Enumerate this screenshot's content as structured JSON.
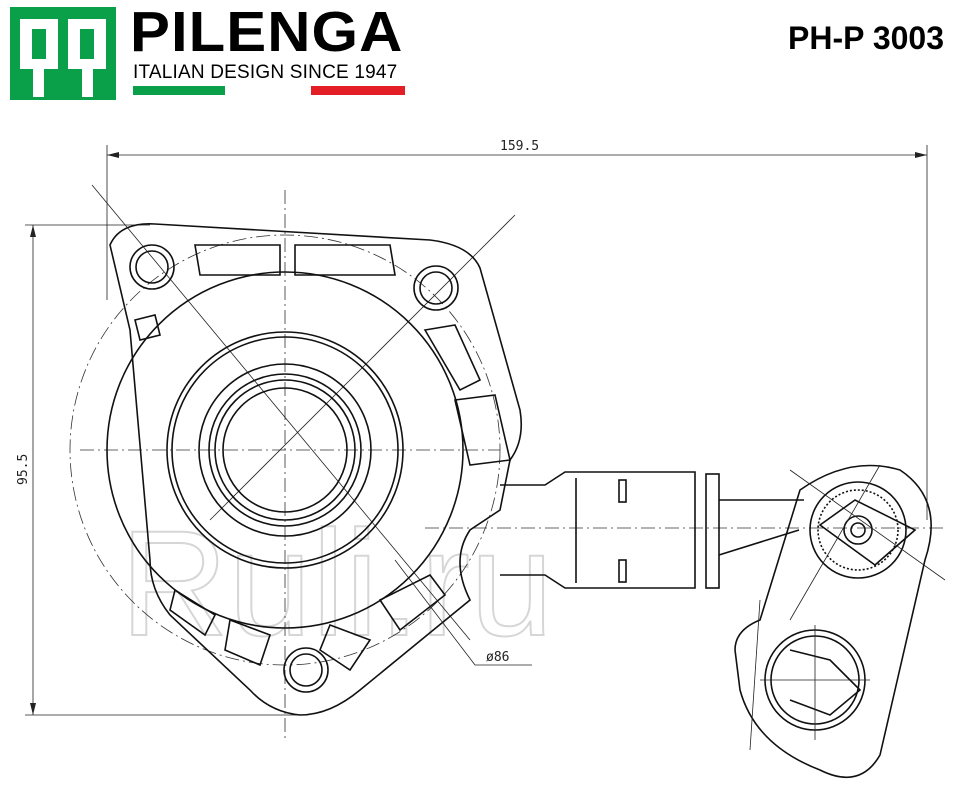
{
  "header": {
    "logo_mark": "qp",
    "brand": "PILENGA",
    "tagline": "ITALIAN DESIGN SINCE 1947",
    "part_number": "PH-P 3003",
    "colors": {
      "green": "#0aa04a",
      "red": "#e41e26"
    }
  },
  "drawing": {
    "dimensions": {
      "width": "159.5",
      "height": "95.5",
      "diameter": "ø86"
    },
    "watermark": "Ruli.ru"
  }
}
